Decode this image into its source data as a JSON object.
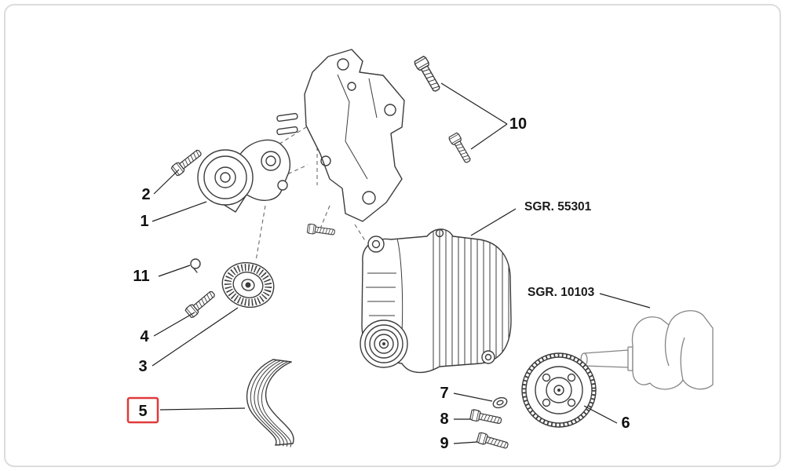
{
  "diagram": {
    "part_labels": [
      {
        "number": "2"
      },
      {
        "number": "1"
      },
      {
        "number": "11"
      },
      {
        "number": "4"
      },
      {
        "number": "3"
      },
      {
        "number": "5",
        "highlighted": true
      },
      {
        "number": "7"
      },
      {
        "number": "8"
      },
      {
        "number": "9"
      },
      {
        "number": "10"
      },
      {
        "number": "6"
      }
    ],
    "references": [
      {
        "label": "SGR. 55301"
      },
      {
        "label": "SGR. 10103"
      }
    ],
    "highlight_color": "#e03a3a"
  }
}
